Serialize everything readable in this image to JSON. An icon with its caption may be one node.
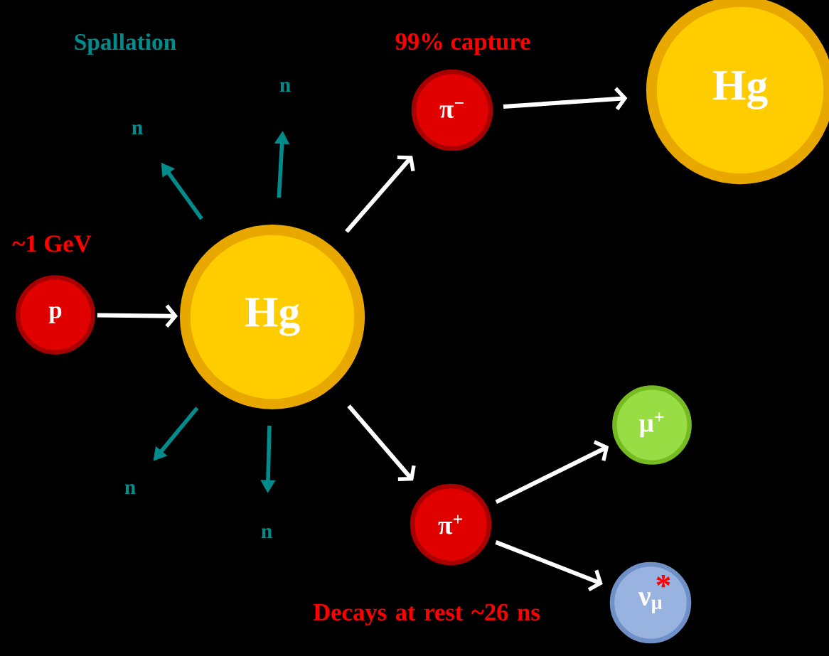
{
  "diagram": {
    "nodes": [
      {
        "text": [
          "p"
        ],
        "beside": [
          "~1 GeV"
        ]
      },
      {
        "text": [
          "Hg"
        ]
      },
      {
        "text": [
          "π$^{−}$"
        ],
        "beside": [
          "99% capture"
        ]
      },
      {
        "text": [
          "Hg"
        ]
      },
      {
        "text": [
          "π$^{+}$"
        ],
        "beside": [
          "Decays at rest ~26 ns"
        ]
      },
      {
        "text": [
          "μ$^{+}$"
        ]
      },
      {
        "text": [
          "*",
          "ν$_{μ}$"
        ]
      },
      {
        "text": [
          "n"
        ]
      },
      {
        "text": [
          "n"
        ]
      },
      {
        "text": [
          "n"
        ]
      },
      {
        "text": [
          "n"
        ]
      }
    ],
    "edges": [
      {
        "from": 0,
        "to": 1,
        "arrow": "to"
      },
      {
        "from": 1,
        "to": 2,
        "arrow": "to"
      },
      {
        "from": 2,
        "to": 3,
        "arrow": "to"
      },
      {
        "from": 1,
        "to": 4,
        "arrow": "to"
      },
      {
        "from": 4,
        "to": 5,
        "arrow": "to"
      },
      {
        "from": 4,
        "to": 6,
        "arrow": "to"
      },
      {
        "from": 1,
        "to": 7,
        "arrow": "to",
        "color": "#008c8c"
      },
      {
        "from": 1,
        "to": 8,
        "arrow": "to",
        "color": "#008c8c"
      },
      {
        "from": 1,
        "to": 9,
        "arrow": "to",
        "color": "#008c8c"
      },
      {
        "from": 1,
        "to": 10,
        "arrow": "to",
        "color": "#008c8c"
      }
    ],
    "labels": [
      "Spallation"
    ]
  }
}
